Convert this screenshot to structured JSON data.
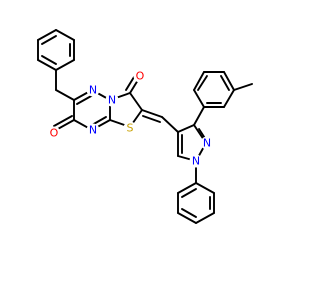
{
  "atoms": {
    "o_top": {
      "symbol": "O",
      "color": "#ff0000"
    },
    "o_left": {
      "symbol": "O",
      "color": "#ff0000"
    },
    "n_triazine_top": {
      "symbol": "N",
      "color": "#0000ff"
    },
    "n_bridge": {
      "symbol": "N",
      "color": "#0000ff"
    },
    "n_triazine_bottom": {
      "symbol": "N",
      "color": "#0000ff"
    },
    "s_thiazole": {
      "symbol": "S",
      "color": "#c8a000"
    },
    "n_pyrazole_2": {
      "symbol": "N",
      "color": "#0000ff"
    },
    "n_pyrazole_1": {
      "symbol": "N",
      "color": "#0000ff"
    }
  }
}
